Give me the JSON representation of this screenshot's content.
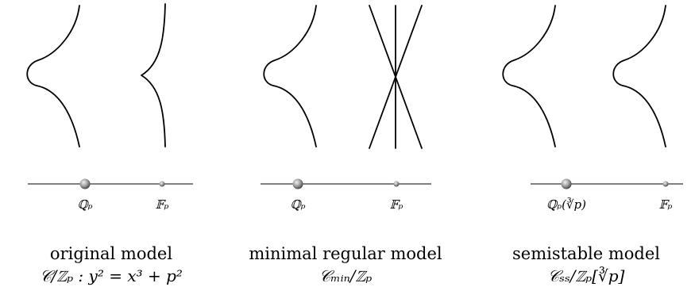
{
  "panels": [
    {
      "title": "original model",
      "formula": "𝒞/ℤₚ : y² = x³ + p²",
      "generic_point_label": "ℚₚ",
      "special_point_label": "𝔽ₚ",
      "special_fiber": "cusp"
    },
    {
      "title": "minimal regular model",
      "formula": "𝒞ₘᵢₙ/ℤₚ",
      "generic_point_label": "ℚₚ",
      "special_point_label": "𝔽ₚ",
      "special_fiber": "three lines through a point"
    },
    {
      "title": "semistable model",
      "formula": "𝒞ₛₛ/ℤₚ[∛p]",
      "generic_point_label": "ℚₚ(∛p)",
      "special_point_label": "𝔽ₚ",
      "special_fiber": "smooth curve"
    }
  ],
  "colors": {
    "ink": "#000000",
    "sphere_highlight": "#f2f2f2",
    "sphere_shadow": "#3a3a3a"
  }
}
